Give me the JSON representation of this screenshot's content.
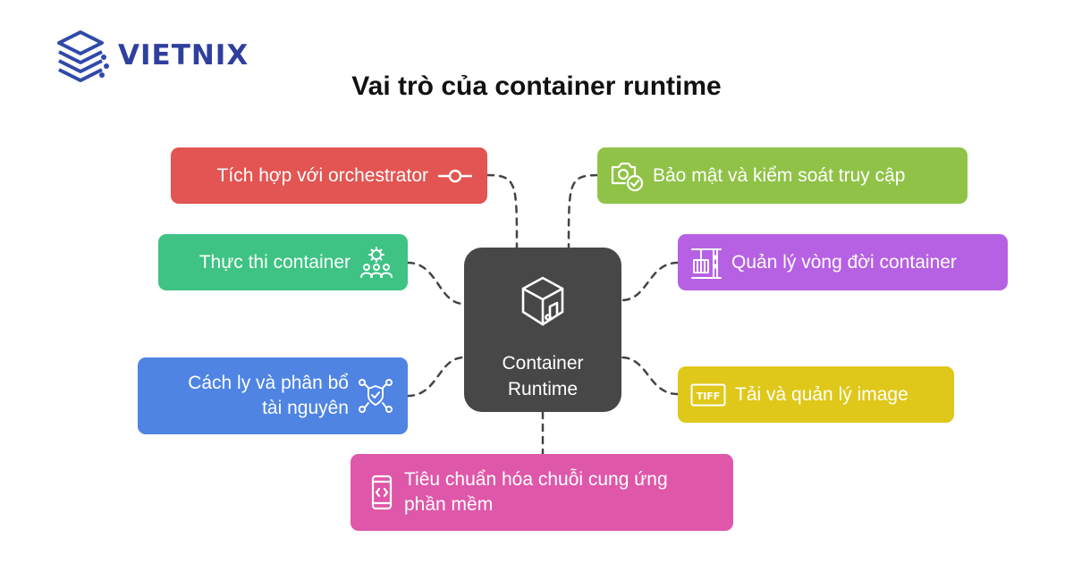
{
  "brand": {
    "name": "VIETNIX",
    "color": "#2f3f9e"
  },
  "title": "Vai trò của container runtime",
  "center": {
    "label_line1": "Container",
    "label_line2": "Runtime",
    "icon": "box-icon",
    "color": "#474747"
  },
  "nodes": {
    "orchestrator": {
      "label": "Tích hợp với orchestrator",
      "icon": "commit-icon",
      "color": "#e25552"
    },
    "execution": {
      "label": "Thực thi container",
      "icon": "people-gear-icon",
      "color": "#3ec384"
    },
    "isolation": {
      "label_line1": "Cách ly và phân bổ",
      "label_line2": "tài nguyên",
      "icon": "shield-nodes-icon",
      "color": "#4f84e3"
    },
    "security": {
      "label": "Bảo mật và kiểm soát truy cập",
      "icon": "camera-check-icon",
      "color": "#8fc247"
    },
    "lifecycle": {
      "label": "Quản lý vòng đời container",
      "icon": "crane-container-icon",
      "color": "#b661e3"
    },
    "image": {
      "label": "Tải và quản lý image",
      "icon": "tiff-icon",
      "icon_text": "TIFF",
      "color": "#dfc81a"
    },
    "standard": {
      "label_line1": "Tiêu chuẩn hóa chuỗi cung ứng",
      "label_line2": "phần mềm",
      "icon": "phone-code-icon",
      "color": "#df57a9"
    }
  }
}
